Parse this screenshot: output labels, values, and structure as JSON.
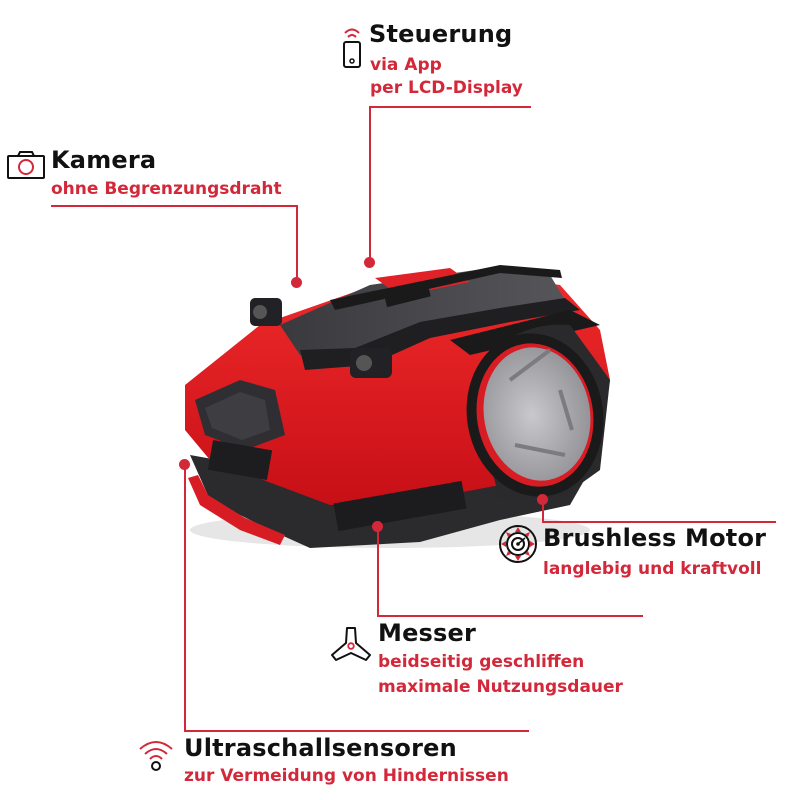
{
  "colors": {
    "accent": "#d3283a",
    "title_text": "#111111",
    "mower_red": "#e4161f",
    "mower_dark": "#2b2b2e",
    "wheel_grey": "#b9b9bd"
  },
  "callouts": {
    "steuerung": {
      "icon": "smartphone-wireless-icon",
      "title": "Steuerung",
      "lines": [
        "via App",
        "per LCD-Display"
      ]
    },
    "kamera": {
      "icon": "camera-icon",
      "title": "Kamera",
      "lines": [
        "ohne Begrenzungsdraht"
      ]
    },
    "motor": {
      "icon": "brushless-motor-icon",
      "title": "Brushless Motor",
      "lines": [
        "langlebig und kraftvoll"
      ]
    },
    "messer": {
      "icon": "blade-icon",
      "title": "Messer",
      "lines": [
        "beidseitig geschliffen",
        "maximale Nutzungsdauer"
      ]
    },
    "ultraschall": {
      "icon": "ultrasonic-sensor-icon",
      "title": "Ultraschallsensoren",
      "lines": [
        "zur Vermeidung von Hindernissen"
      ]
    }
  },
  "product": {
    "image": "robotic-lawn-mower"
  }
}
